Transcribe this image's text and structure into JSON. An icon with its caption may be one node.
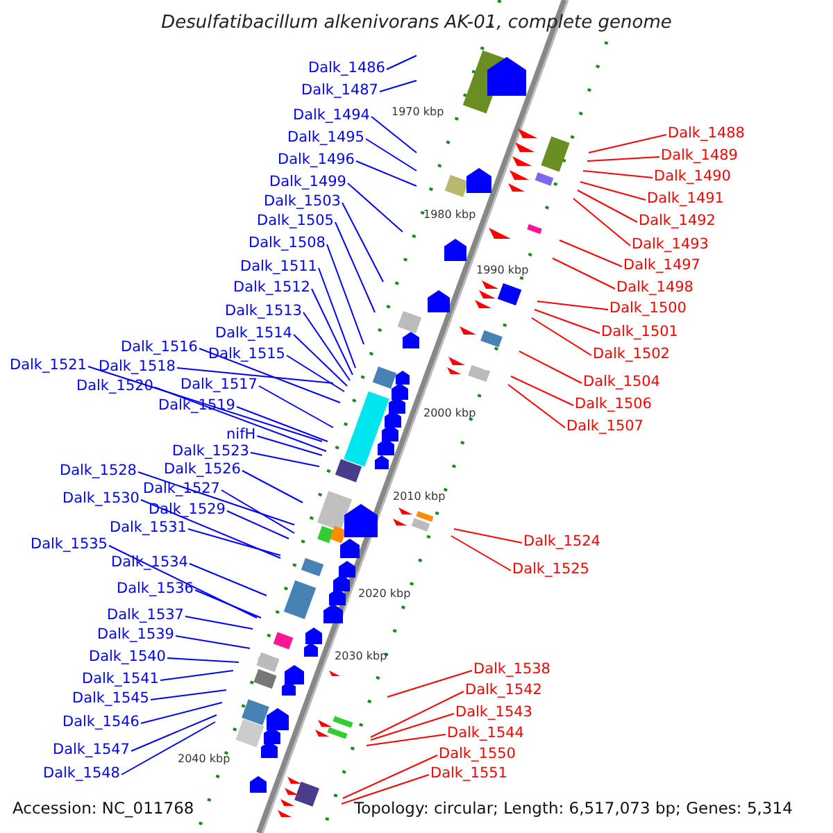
{
  "diagram": {
    "title": "Desulfatibacillum alkenivorans AK-01, complete genome",
    "nodes": [
      {
        "text": [
          "Dalk_1486"
        ]
      },
      {
        "text": [
          "Dalk_1487"
        ]
      },
      {
        "text": [
          "Dalk_1494"
        ]
      },
      {
        "text": [
          "Dalk_1495"
        ]
      },
      {
        "text": [
          "Dalk_1496"
        ]
      },
      {
        "text": [
          "Dalk_1499"
        ]
      },
      {
        "text": [
          "Dalk_1503"
        ]
      },
      {
        "text": [
          "Dalk_1505"
        ]
      },
      {
        "text": [
          "Dalk_1508"
        ]
      },
      {
        "text": [
          "Dalk_1511"
        ]
      },
      {
        "text": [
          "Dalk_1512"
        ]
      },
      {
        "text": [
          "Dalk_1513"
        ]
      },
      {
        "text": [
          "Dalk_1514"
        ]
      },
      {
        "text": [
          "Dalk_1516"
        ]
      },
      {
        "text": [
          "Dalk_1515"
        ]
      },
      {
        "text": [
          "Dalk_1521"
        ]
      },
      {
        "text": [
          "Dalk_1518"
        ]
      },
      {
        "text": [
          "Dalk_1520"
        ]
      },
      {
        "text": [
          "Dalk_1517"
        ]
      },
      {
        "text": [
          "Dalk_1519"
        ]
      },
      {
        "text": [
          "nifH"
        ]
      },
      {
        "text": [
          "Dalk_1523"
        ]
      },
      {
        "text": [
          "Dalk_1526"
        ]
      },
      {
        "text": [
          "Dalk_1528"
        ]
      },
      {
        "text": [
          "Dalk_1527"
        ]
      },
      {
        "text": [
          "Dalk_1530"
        ]
      },
      {
        "text": [
          "Dalk_1529"
        ]
      },
      {
        "text": [
          "Dalk_1531"
        ]
      },
      {
        "text": [
          "Dalk_1535"
        ]
      },
      {
        "text": [
          "Dalk_1534"
        ]
      },
      {
        "text": [
          "Dalk_1536"
        ]
      },
      {
        "text": [
          "Dalk_1537"
        ]
      },
      {
        "text": [
          "Dalk_1539"
        ]
      },
      {
        "text": [
          "Dalk_1540"
        ]
      },
      {
        "text": [
          "Dalk_1541"
        ]
      },
      {
        "text": [
          "Dalk_1545"
        ]
      },
      {
        "text": [
          "Dalk_1546"
        ]
      },
      {
        "text": [
          "Dalk_1547"
        ]
      },
      {
        "text": [
          "Dalk_1548"
        ]
      },
      {
        "text": [
          "Dalk_1488"
        ]
      },
      {
        "text": [
          "Dalk_1489"
        ]
      },
      {
        "text": [
          "Dalk_1490"
        ]
      },
      {
        "text": [
          "Dalk_1491"
        ]
      },
      {
        "text": [
          "Dalk_1492"
        ]
      },
      {
        "text": [
          "Dalk_1493"
        ]
      },
      {
        "text": [
          "Dalk_1497"
        ]
      },
      {
        "text": [
          "Dalk_1498"
        ]
      },
      {
        "text": [
          "Dalk_1500"
        ]
      },
      {
        "text": [
          "Dalk_1501"
        ]
      },
      {
        "text": [
          "Dalk_1502"
        ]
      },
      {
        "text": [
          "Dalk_1504"
        ]
      },
      {
        "text": [
          "Dalk_1506"
        ]
      },
      {
        "text": [
          "Dalk_1507"
        ]
      },
      {
        "text": [
          "Dalk_1524"
        ]
      },
      {
        "text": [
          "Dalk_1525"
        ]
      },
      {
        "text": [
          "Dalk_1538"
        ]
      },
      {
        "text": [
          "Dalk_1542"
        ]
      },
      {
        "text": [
          "Dalk_1543"
        ]
      },
      {
        "text": [
          "Dalk_1544"
        ]
      },
      {
        "text": [
          "Dalk_1550"
        ]
      },
      {
        "text": [
          "Dalk_1551"
        ]
      }
    ],
    "edges": [
      {
        "from": 0,
        "to": null,
        "arrow": "none"
      },
      {
        "from": 1,
        "to": null,
        "arrow": "none"
      },
      {
        "from": 2,
        "to": null,
        "arrow": "none"
      },
      {
        "from": 3,
        "to": null,
        "arrow": "none"
      },
      {
        "from": 4,
        "to": null,
        "arrow": "none"
      },
      {
        "from": 5,
        "to": null,
        "arrow": "none"
      },
      {
        "from": 6,
        "to": null,
        "arrow": "none"
      },
      {
        "from": 7,
        "to": null,
        "arrow": "none"
      },
      {
        "from": 8,
        "to": null,
        "arrow": "none"
      },
      {
        "from": 9,
        "to": null,
        "arrow": "none"
      },
      {
        "from": 10,
        "to": null,
        "arrow": "none"
      },
      {
        "from": 11,
        "to": null,
        "arrow": "none"
      },
      {
        "from": 12,
        "to": null,
        "arrow": "none"
      },
      {
        "from": 13,
        "to": null,
        "arrow": "none"
      },
      {
        "from": 14,
        "to": null,
        "arrow": "none"
      },
      {
        "from": 15,
        "to": null,
        "arrow": "none"
      },
      {
        "from": 16,
        "to": null,
        "arrow": "none"
      },
      {
        "from": 17,
        "to": null,
        "arrow": "none"
      },
      {
        "from": 18,
        "to": null,
        "arrow": "none"
      },
      {
        "from": 19,
        "to": null,
        "arrow": "none"
      },
      {
        "from": 20,
        "to": null,
        "arrow": "none"
      },
      {
        "from": 21,
        "to": null,
        "arrow": "none"
      },
      {
        "from": 22,
        "to": null,
        "arrow": "none"
      },
      {
        "from": 23,
        "to": null,
        "arrow": "none"
      },
      {
        "from": 24,
        "to": null,
        "arrow": "none"
      },
      {
        "from": 25,
        "to": null,
        "arrow": "none"
      },
      {
        "from": 26,
        "to": null,
        "arrow": "none"
      },
      {
        "from": 27,
        "to": null,
        "arrow": "none"
      },
      {
        "from": 28,
        "to": null,
        "arrow": "none"
      },
      {
        "from": 29,
        "to": null,
        "arrow": "none"
      },
      {
        "from": 30,
        "to": null,
        "arrow": "none"
      },
      {
        "from": 31,
        "to": null,
        "arrow": "none"
      },
      {
        "from": 32,
        "to": null,
        "arrow": "none"
      },
      {
        "from": 33,
        "to": null,
        "arrow": "none"
      },
      {
        "from": 34,
        "to": null,
        "arrow": "none"
      },
      {
        "from": 35,
        "to": null,
        "arrow": "none"
      },
      {
        "from": 36,
        "to": null,
        "arrow": "none"
      },
      {
        "from": 37,
        "to": null,
        "arrow": "none"
      },
      {
        "from": 38,
        "to": null,
        "arrow": "none"
      },
      {
        "from": 39,
        "to": null,
        "arrow": "none",
        "color": "#ff0000"
      },
      {
        "from": 40,
        "to": null,
        "arrow": "none",
        "color": "#ff0000"
      },
      {
        "from": 41,
        "to": null,
        "arrow": "none",
        "color": "#ff0000"
      },
      {
        "from": 42,
        "to": null,
        "arrow": "none",
        "color": "#ff0000"
      },
      {
        "from": 43,
        "to": null,
        "arrow": "none",
        "color": "#ff0000"
      },
      {
        "from": 44,
        "to": null,
        "arrow": "none",
        "color": "#ff0000"
      },
      {
        "from": 45,
        "to": null,
        "arrow": "none",
        "color": "#ff0000"
      },
      {
        "from": 46,
        "to": null,
        "arrow": "none",
        "color": "#ff0000"
      },
      {
        "from": 47,
        "to": null,
        "arrow": "none",
        "color": "#ff0000"
      },
      {
        "from": 48,
        "to": null,
        "arrow": "none",
        "color": "#ff0000"
      },
      {
        "from": 49,
        "to": null,
        "arrow": "none",
        "color": "#ff0000"
      },
      {
        "from": 50,
        "to": null,
        "arrow": "none",
        "color": "#ff0000"
      },
      {
        "from": 51,
        "to": null,
        "arrow": "none",
        "color": "#ff0000"
      },
      {
        "from": 52,
        "to": null,
        "arrow": "none",
        "color": "#ff0000"
      },
      {
        "from": 53,
        "to": null,
        "arrow": "none",
        "color": "#ff0000"
      },
      {
        "from": 54,
        "to": null,
        "arrow": "none",
        "color": "#ff0000"
      },
      {
        "from": 55,
        "to": null,
        "arrow": "none",
        "color": "#ff0000"
      },
      {
        "from": 56,
        "to": null,
        "arrow": "none",
        "color": "#ff0000"
      },
      {
        "from": 57,
        "to": null,
        "arrow": "none",
        "color": "#ff0000"
      },
      {
        "from": 58,
        "to": null,
        "arrow": "none",
        "color": "#ff0000"
      },
      {
        "from": 59,
        "to": null,
        "arrow": "none",
        "color": "#ff0000"
      },
      {
        "from": 60,
        "to": null,
        "arrow": "none",
        "color": "#ff0000"
      }
    ],
    "labels": [
      "1970 kbp",
      "1980 kbp",
      "1990 kbp",
      "2000 kbp",
      "2010 kbp",
      "2020 kbp",
      "2030 kbp",
      "2040 kbp",
      "Accession: NC_011768",
      "Topology: circular; Length: 6,517,073 bp; Genes: 5,314"
    ]
  }
}
